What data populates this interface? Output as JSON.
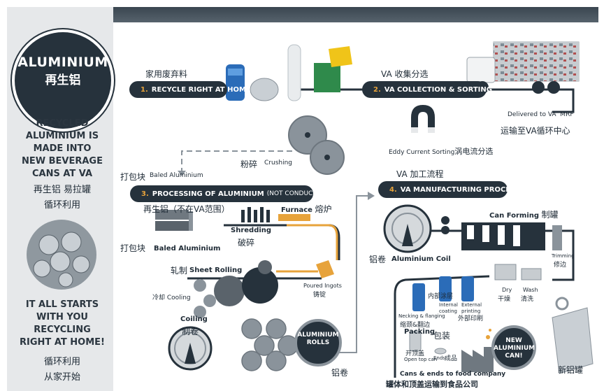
{
  "left": {
    "badge_title": "ALUMINIUM",
    "badge_cn": "再生铝",
    "recycled_lines": [
      "RECYCLED",
      "ALUMINIUM IS",
      "MADE INTO",
      "NEW BEVERAGE",
      "CANS AT VA"
    ],
    "recycled_cn_1": "再生铝 易拉罐",
    "recycled_cn_2": "循环利用",
    "starts_lines": [
      "IT ALL STARTS",
      "WITH YOU",
      "RECYCLING",
      "RIGHT AT HOME!"
    ],
    "starts_cn_1": "循环利用",
    "starts_cn_2": "从家开始"
  },
  "steps": {
    "s1": {
      "num": "1.",
      "label": "RECYCLE RIGHT AT HOME",
      "cn": "家用废弃料"
    },
    "s2": {
      "num": "2.",
      "label": "VA COLLECTION & SORTING",
      "cn": "VA 收集分选"
    },
    "s3": {
      "num": "3.",
      "label": "PROCESSING OF ALUMINIUM",
      "note": "(NOT CONDUCTED BY  VA’)",
      "cn": "再生铝（不在VA范围）"
    },
    "s4": {
      "num": "4.",
      "label": "VA MANUFACTURING PROCESS",
      "cn": "VA 加工流程"
    }
  },
  "labels": {
    "delivered": "Delivered to VA’ MRF",
    "delivered_cn": "运输至VA循环中心",
    "eddy": "Eddy Current Sorting",
    "eddy_cn": "涡电流分选",
    "crushing_cn": "粉碎",
    "crushing": "Crushing",
    "baled_top_cn": "打包块",
    "baled_top": "Baled Aluminium",
    "shredding": "Shredding",
    "shredding_cn": "破碎",
    "furnace": "Furnace",
    "furnace_cn": "熔炉",
    "baled_cn": "打包块",
    "baled": "Baled Aluminium",
    "rolling_cn": "轧制",
    "rolling": "Sheet Rolling",
    "ingots": "Poured Ingots",
    "ingots_cn": "铸锭",
    "cooling_cn": "冷却",
    "cooling": "Cooling",
    "coiling": "Coiling",
    "coiling_cn": "制卷",
    "rolls": "ALUMINIUM ROLLS",
    "rolls_cn": "铝卷",
    "coil_cn": "铝卷",
    "coil": "Aluminium Coil",
    "can_forming": "Can Forming",
    "can_forming_cn": "制罐",
    "trimming": "Trimming",
    "trimming_cn": "修边",
    "dry": "Dry",
    "dry_cn": "干燥",
    "wash": "Wash",
    "wash_cn": "清洗",
    "internal_cn": "内部涂层",
    "internal": "Internal coating",
    "external": "External printing",
    "external_cn": "外部印刷",
    "necking": "Necking & flanging",
    "necking_cn": "缩颈&翻边",
    "packing": "Packing",
    "packing_cn": "包装",
    "open_top_cn": "开顶盖",
    "open_top": "Open top can",
    "ends": "Ends",
    "ends_cn": "成品",
    "new_can": "NEW ALUMINIUM CAN!",
    "new_can_cn": "新铝罐",
    "food": "Cans & ends to food company",
    "food_cn": "罐体和顶盖运输到食品公司"
  },
  "colors": {
    "navy": "#26323c",
    "orange": "#e7a33b",
    "blue": "#2b6cb8",
    "grey": "#8a939b"
  }
}
